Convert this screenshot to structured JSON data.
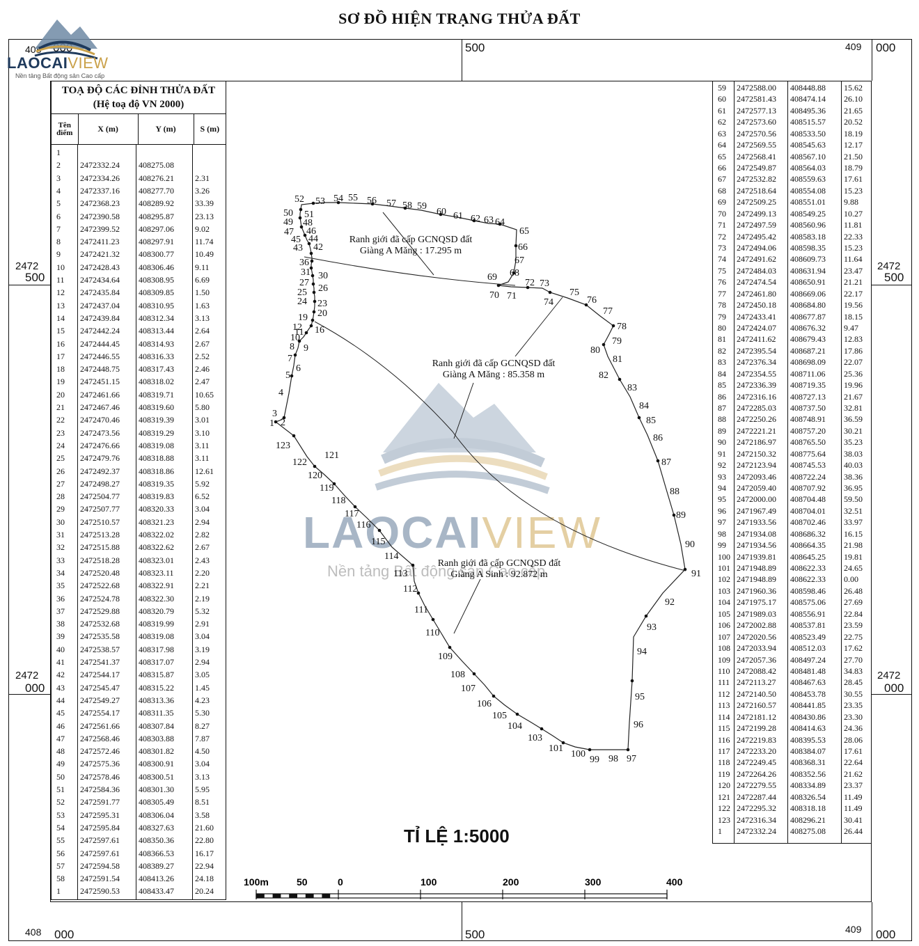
{
  "title": "SƠ ĐỒ HIỆN TRẠNG THỬA ĐẤT",
  "logo": {
    "name_a": "LAOCAI",
    "name_b": "VIEW",
    "tagline": "Nền tảng Bất động sản Cao cấp"
  },
  "grid": {
    "top_left": "408",
    "top_left_b": "000",
    "top_mid": "500",
    "top_right_a": "409",
    "top_right_b": "000",
    "bottom_left": "408",
    "bottom_left_b": "000",
    "bottom_mid": "500",
    "bottom_right_a": "409",
    "bottom_right_b": "000",
    "left_a1": "2472",
    "left_a2": "500",
    "left_b1": "2472",
    "left_b2": "000",
    "right_a1": "2472",
    "right_a2": "500",
    "right_b1": "2472",
    "right_b2": "000"
  },
  "left_table": {
    "title_line1": "TOẠ ĐỘ CÁC ĐỈNH THỬA ĐẤT",
    "title_line2": "(Hệ toạ độ VN 2000)",
    "col_name": "Tên điểm",
    "col_x": "X (m)",
    "col_y": "Y (m)",
    "col_s": "S (m)",
    "rows": [
      [
        "1",
        "",
        "",
        ""
      ],
      [
        "2",
        "2472332.24",
        "408275.08",
        ""
      ],
      [
        "3",
        "2472334.26",
        "408276.21",
        "2.31"
      ],
      [
        "4",
        "2472337.16",
        "408277.70",
        "3.26"
      ],
      [
        "5",
        "2472368.23",
        "408289.92",
        "33.39"
      ],
      [
        "6",
        "2472390.58",
        "408295.87",
        "23.13"
      ],
      [
        "7",
        "2472399.52",
        "408297.06",
        "9.02"
      ],
      [
        "8",
        "2472411.23",
        "408297.91",
        "11.74"
      ],
      [
        "9",
        "2472421.32",
        "408300.77",
        "10.49"
      ],
      [
        "10",
        "2472428.43",
        "408306.46",
        "9.11"
      ],
      [
        "11",
        "2472434.64",
        "408308.95",
        "6.69"
      ],
      [
        "12",
        "2472435.84",
        "408309.85",
        "1.50"
      ],
      [
        "13",
        "2472437.04",
        "408310.95",
        "1.63"
      ],
      [
        "14",
        "2472439.84",
        "408312.34",
        "3.13"
      ],
      [
        "15",
        "2472442.24",
        "408313.44",
        "2.64"
      ],
      [
        "16",
        "2472444.45",
        "408314.93",
        "2.67"
      ],
      [
        "17",
        "2472446.55",
        "408316.33",
        "2.52"
      ],
      [
        "18",
        "2472448.75",
        "408317.43",
        "2.46"
      ],
      [
        "19",
        "2472451.15",
        "408318.02",
        "2.47"
      ],
      [
        "20",
        "2472461.66",
        "408319.71",
        "10.65"
      ],
      [
        "21",
        "2472467.46",
        "408319.60",
        "5.80"
      ],
      [
        "22",
        "2472470.46",
        "408319.39",
        "3.01"
      ],
      [
        "23",
        "2472473.56",
        "408319.29",
        "3.10"
      ],
      [
        "24",
        "2472476.66",
        "408319.08",
        "3.11"
      ],
      [
        "25",
        "2472479.76",
        "408318.88",
        "3.11"
      ],
      [
        "26",
        "2472492.37",
        "408318.86",
        "12.61"
      ],
      [
        "27",
        "2472498.27",
        "408319.35",
        "5.92"
      ],
      [
        "28",
        "2472504.77",
        "408319.83",
        "6.52"
      ],
      [
        "29",
        "2472507.77",
        "408320.33",
        "3.04"
      ],
      [
        "30",
        "2472510.57",
        "408321.23",
        "2.94"
      ],
      [
        "31",
        "2472513.28",
        "408322.02",
        "2.82"
      ],
      [
        "32",
        "2472515.88",
        "408322.62",
        "2.67"
      ],
      [
        "33",
        "2472518.28",
        "408323.01",
        "2.43"
      ],
      [
        "34",
        "2472520.48",
        "408323.11",
        "2.20"
      ],
      [
        "35",
        "2472522.68",
        "408322.91",
        "2.21"
      ],
      [
        "36",
        "2472524.78",
        "408322.30",
        "2.19"
      ],
      [
        "37",
        "2472529.88",
        "408320.79",
        "5.32"
      ],
      [
        "38",
        "2472532.68",
        "408319.99",
        "2.91"
      ],
      [
        "39",
        "2472535.58",
        "408319.08",
        "3.04"
      ],
      [
        "40",
        "2472538.57",
        "408317.98",
        "3.19"
      ],
      [
        "41",
        "2472541.37",
        "408317.07",
        "2.94"
      ],
      [
        "42",
        "2472544.17",
        "408315.87",
        "3.05"
      ],
      [
        "43",
        "2472545.47",
        "408315.22",
        "1.45"
      ],
      [
        "44",
        "2472549.27",
        "408313.36",
        "4.23"
      ],
      [
        "45",
        "2472554.17",
        "408311.35",
        "5.30"
      ],
      [
        "46",
        "2472561.66",
        "408307.84",
        "8.27"
      ],
      [
        "47",
        "2472568.46",
        "408303.88",
        "7.87"
      ],
      [
        "48",
        "2472572.46",
        "408301.82",
        "4.50"
      ],
      [
        "49",
        "2472575.36",
        "408300.91",
        "3.04"
      ],
      [
        "50",
        "2472578.46",
        "408300.51",
        "3.13"
      ],
      [
        "51",
        "2472584.36",
        "408301.30",
        "5.95"
      ],
      [
        "52",
        "2472591.77",
        "408305.49",
        "8.51"
      ],
      [
        "53",
        "2472595.31",
        "408306.04",
        "3.58"
      ],
      [
        "54",
        "2472595.84",
        "408327.63",
        "21.60"
      ],
      [
        "55",
        "2472597.61",
        "408350.36",
        "22.80"
      ],
      [
        "56",
        "2472597.61",
        "408366.53",
        "16.17"
      ],
      [
        "57",
        "2472594.58",
        "408389.27",
        "22.94"
      ],
      [
        "58",
        "2472591.54",
        "408413.26",
        "24.18"
      ],
      [
        "1",
        "2472590.53",
        "408433.47",
        "20.24"
      ]
    ]
  },
  "right_table": {
    "rows": [
      [
        "59",
        "2472588.00",
        "408448.88",
        "15.62"
      ],
      [
        "60",
        "2472581.43",
        "408474.14",
        "26.10"
      ],
      [
        "61",
        "2472577.13",
        "408495.36",
        "21.65"
      ],
      [
        "62",
        "2472573.60",
        "408515.57",
        "20.52"
      ],
      [
        "63",
        "2472570.56",
        "408533.50",
        "18.19"
      ],
      [
        "64",
        "2472569.55",
        "408545.63",
        "12.17"
      ],
      [
        "65",
        "2472568.41",
        "408567.10",
        "21.50"
      ],
      [
        "66",
        "2472549.87",
        "408564.03",
        "18.79"
      ],
      [
        "67",
        "2472532.82",
        "408559.63",
        "17.61"
      ],
      [
        "68",
        "2472518.64",
        "408554.08",
        "15.23"
      ],
      [
        "69",
        "2472509.25",
        "408551.01",
        "9.88"
      ],
      [
        "70",
        "2472499.13",
        "408549.25",
        "10.27"
      ],
      [
        "71",
        "2472497.59",
        "408560.96",
        "11.81"
      ],
      [
        "72",
        "2472495.42",
        "408583.18",
        "22.33"
      ],
      [
        "73",
        "2472494.06",
        "408598.35",
        "15.23"
      ],
      [
        "74",
        "2472491.62",
        "408609.73",
        "11.64"
      ],
      [
        "75",
        "2472484.03",
        "408631.94",
        "23.47"
      ],
      [
        "76",
        "2472474.54",
        "408650.91",
        "21.21"
      ],
      [
        "77",
        "2472461.80",
        "408669.06",
        "22.17"
      ],
      [
        "78",
        "2472450.18",
        "408684.80",
        "19.56"
      ],
      [
        "79",
        "2472433.41",
        "408677.87",
        "18.15"
      ],
      [
        "80",
        "2472424.07",
        "408676.32",
        "9.47"
      ],
      [
        "81",
        "2472411.62",
        "408679.43",
        "12.83"
      ],
      [
        "82",
        "2472395.54",
        "408687.21",
        "17.86"
      ],
      [
        "83",
        "2472376.34",
        "408698.09",
        "22.07"
      ],
      [
        "84",
        "2472354.55",
        "408711.06",
        "25.36"
      ],
      [
        "85",
        "2472336.39",
        "408719.35",
        "19.96"
      ],
      [
        "86",
        "2472316.16",
        "408727.13",
        "21.67"
      ],
      [
        "87",
        "2472285.03",
        "408737.50",
        "32.81"
      ],
      [
        "88",
        "2472250.26",
        "408748.91",
        "36.59"
      ],
      [
        "89",
        "2472221.21",
        "408757.20",
        "30.21"
      ],
      [
        "90",
        "2472186.97",
        "408765.50",
        "35.23"
      ],
      [
        "91",
        "2472150.32",
        "408775.64",
        "38.03"
      ],
      [
        "92",
        "2472123.94",
        "408745.53",
        "40.03"
      ],
      [
        "93",
        "2472093.46",
        "408722.24",
        "38.36"
      ],
      [
        "94",
        "2472059.40",
        "408707.92",
        "36.95"
      ],
      [
        "95",
        "2472000.00",
        "408704.48",
        "59.50"
      ],
      [
        "96",
        "2471967.49",
        "408704.01",
        "32.51"
      ],
      [
        "97",
        "2471933.56",
        "408702.46",
        "33.97"
      ],
      [
        "98",
        "2471934.08",
        "408686.32",
        "16.15"
      ],
      [
        "99",
        "2471934.56",
        "408664.35",
        "21.98"
      ],
      [
        "100",
        "2471939.81",
        "408645.25",
        "19.81"
      ],
      [
        "101",
        "2471948.89",
        "408622.33",
        "24.65"
      ],
      [
        "102",
        "2471948.89",
        "408622.33",
        "0.00"
      ],
      [
        "103",
        "2471960.36",
        "408598.46",
        "26.48"
      ],
      [
        "104",
        "2471975.17",
        "408575.06",
        "27.69"
      ],
      [
        "105",
        "2471989.03",
        "408556.91",
        "22.84"
      ],
      [
        "106",
        "2472002.88",
        "408537.81",
        "23.59"
      ],
      [
        "107",
        "2472020.56",
        "408523.49",
        "22.75"
      ],
      [
        "108",
        "2472033.94",
        "408512.03",
        "17.62"
      ],
      [
        "109",
        "2472057.36",
        "408497.24",
        "27.70"
      ],
      [
        "110",
        "2472088.42",
        "408481.48",
        "34.83"
      ],
      [
        "111",
        "2472113.27",
        "408467.63",
        "28.45"
      ],
      [
        "112",
        "2472140.50",
        "408453.78",
        "30.55"
      ],
      [
        "113",
        "2472160.57",
        "408441.85",
        "23.35"
      ],
      [
        "114",
        "2472181.12",
        "408430.86",
        "23.30"
      ],
      [
        "115",
        "2472199.28",
        "408414.63",
        "24.36"
      ],
      [
        "116",
        "2472219.83",
        "408395.53",
        "28.06"
      ],
      [
        "117",
        "2472233.20",
        "408384.07",
        "17.61"
      ],
      [
        "118",
        "2472249.45",
        "408368.31",
        "22.64"
      ],
      [
        "119",
        "2472264.26",
        "408352.56",
        "21.62"
      ],
      [
        "120",
        "2472279.55",
        "408334.89",
        "23.37"
      ],
      [
        "121",
        "2472287.44",
        "408326.54",
        "11.49"
      ],
      [
        "122",
        "2472295.32",
        "408318.18",
        "11.49"
      ],
      [
        "123",
        "2472316.34",
        "408296.21",
        "30.41"
      ],
      [
        "1",
        "2472332.24",
        "408275.08",
        "26.44"
      ]
    ]
  },
  "annotations": {
    "a1_line1": "Ranh giới đã cấp GCNQSD đất",
    "a1_line2": "Giàng A Măng : 17.295 m",
    "a2_line1": "Ranh giới đã cấp GCNQSD đất",
    "a2_line2": "Giàng A Măng : 85.358 m",
    "a3_line1": "Ranh giới đã cấp GCNQSD đất",
    "a3_line2": "Giàng A Sinh : 92.872 m"
  },
  "scale": {
    "label": "TỈ LỆ 1:5000",
    "ticks": [
      "100m",
      "50",
      "0",
      "100",
      "200",
      "300",
      "400m"
    ]
  },
  "watermark": {
    "name_a": "LAOCAI",
    "name_b": "VIEW",
    "tagline": "Nền tảng Bất động sản Cao cấp"
  }
}
